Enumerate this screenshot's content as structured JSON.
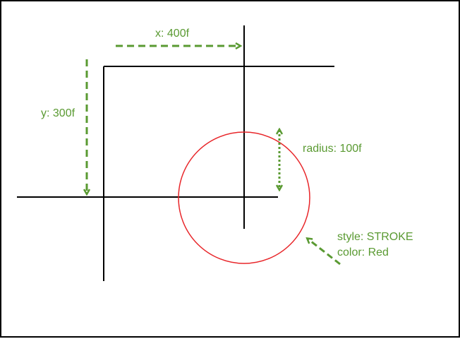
{
  "labels": {
    "x": "x: 400f",
    "y": "y: 300f",
    "radius": "radius: 100f",
    "style": "style: STROKE",
    "color": "color: Red"
  },
  "colors": {
    "frame": "#000000",
    "axis": "#000000",
    "circle": "#e8262a",
    "annotation": "#5a9a32"
  }
}
